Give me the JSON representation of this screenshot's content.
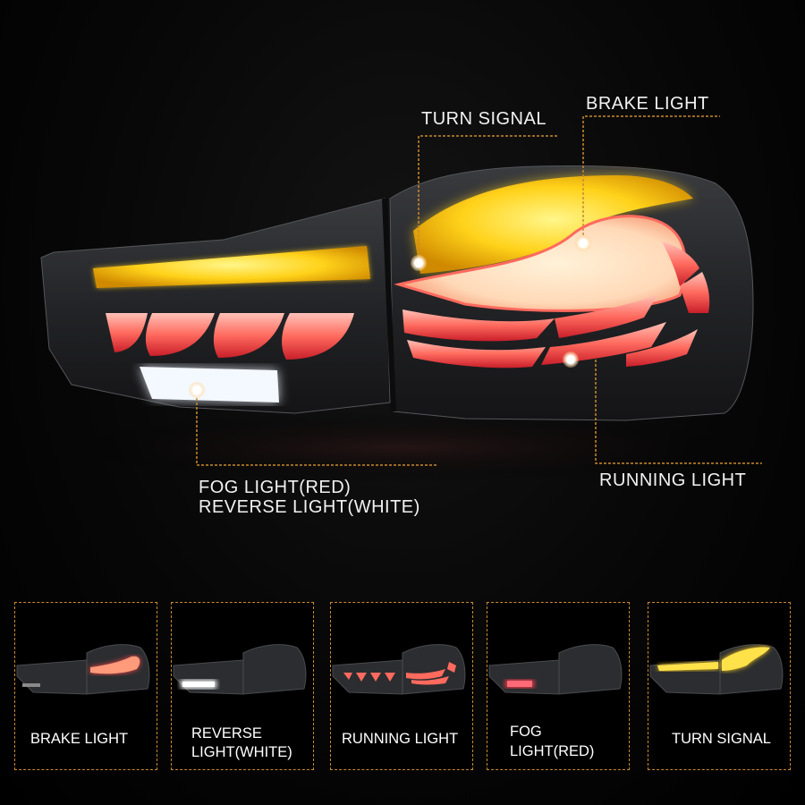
{
  "callouts": {
    "turn_signal": "TURN SIGNAL",
    "brake_light": "BRAKE LIGHT",
    "fog_light": "FOG LIGHT(RED)",
    "reverse_light": "REVERSE LIGHT(WHITE)",
    "running_light": "RUNNING LIGHT"
  },
  "thumbnails": [
    {
      "label_line1": "BRAKE LIGHT",
      "label_line2": ""
    },
    {
      "label_line1": "REVERSE",
      "label_line2": "LIGHT(WHITE)"
    },
    {
      "label_line1": "RUNNING LIGHT",
      "label_line2": ""
    },
    {
      "label_line1": "FOG",
      "label_line2": "LIGHT(RED)"
    },
    {
      "label_line1": "TURN SIGNAL",
      "label_line2": ""
    }
  ],
  "colors": {
    "background": "#000000",
    "amber": "#ffd21a",
    "red_glow": "#ff5a5a",
    "white_light": "#eef4ff",
    "leader_line": "#c98a2e"
  }
}
